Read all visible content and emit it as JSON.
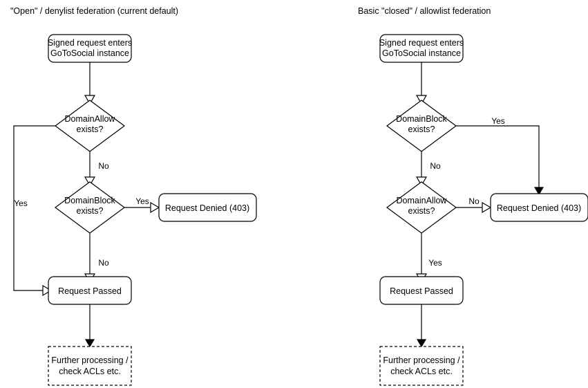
{
  "page": {
    "background": "#ffffff",
    "stroke_color": "#000000",
    "fill_color": "#ffffff"
  },
  "diagrams": [
    {
      "id": "open-denylist",
      "title": "\"Open\" / denylist federation (current default)",
      "nodes": {
        "entry_line1": "Signed request enters",
        "entry_line2": "GoToSocial instance",
        "decision1_line1": "DomainAllow",
        "decision1_line2": "exists?",
        "decision2_line1": "DomainBlock",
        "decision2_line2": "exists?",
        "denied": "Request Denied (403)",
        "passed": "Request Passed",
        "further_line1": "Further processing /",
        "further_line2": "check ACLs etc."
      },
      "edge_labels": {
        "allow_yes": "Yes",
        "allow_no": "No",
        "block_yes": "Yes",
        "block_no": "No"
      }
    },
    {
      "id": "closed-allowlist",
      "title": "Basic \"closed\" / allowlist federation",
      "nodes": {
        "entry_line1": "Signed request enters",
        "entry_line2": "GoToSocial instance",
        "decision1_line1": "DomainBlock",
        "decision1_line2": "exists?",
        "decision2_line1": "DomainAllow",
        "decision2_line2": "exists?",
        "denied": "Request Denied (403)",
        "passed": "Request Passed",
        "further_line1": "Further processing /",
        "further_line2": "check ACLs etc."
      },
      "edge_labels": {
        "block_yes": "Yes",
        "block_no": "No",
        "allow_no": "No",
        "allow_yes": "Yes"
      }
    }
  ]
}
